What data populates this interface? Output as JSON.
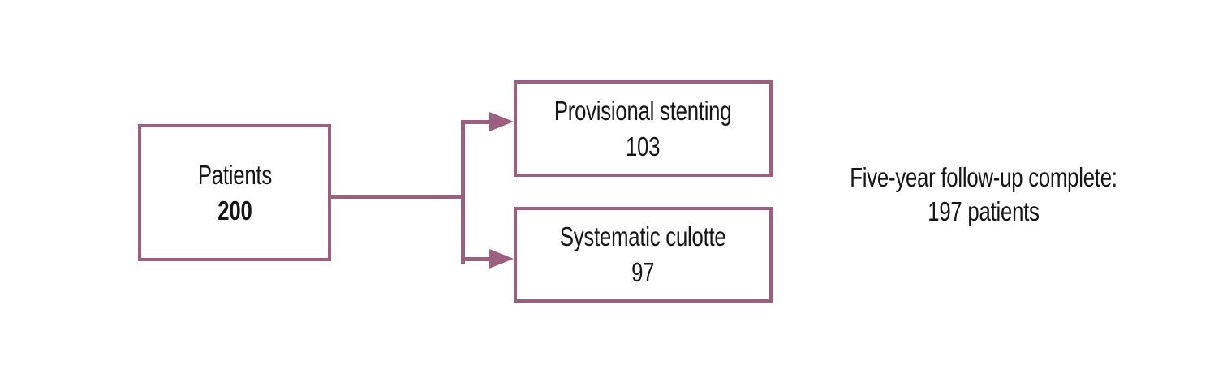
{
  "diagram": {
    "accent_color": "#9d5f7f",
    "text_color": "#161616",
    "nodes": {
      "patients": {
        "label": "Patients",
        "value": "200"
      },
      "provisional": {
        "label": "Provisional stenting",
        "value": "103"
      },
      "culotte": {
        "label": "Systematic culotte",
        "value": "97"
      }
    },
    "edges": [
      {
        "from": "patients",
        "to": "provisional"
      },
      {
        "from": "patients",
        "to": "culotte"
      }
    ],
    "note": {
      "line1": "Five-year follow-up complete:",
      "line2": "197 patients"
    }
  }
}
